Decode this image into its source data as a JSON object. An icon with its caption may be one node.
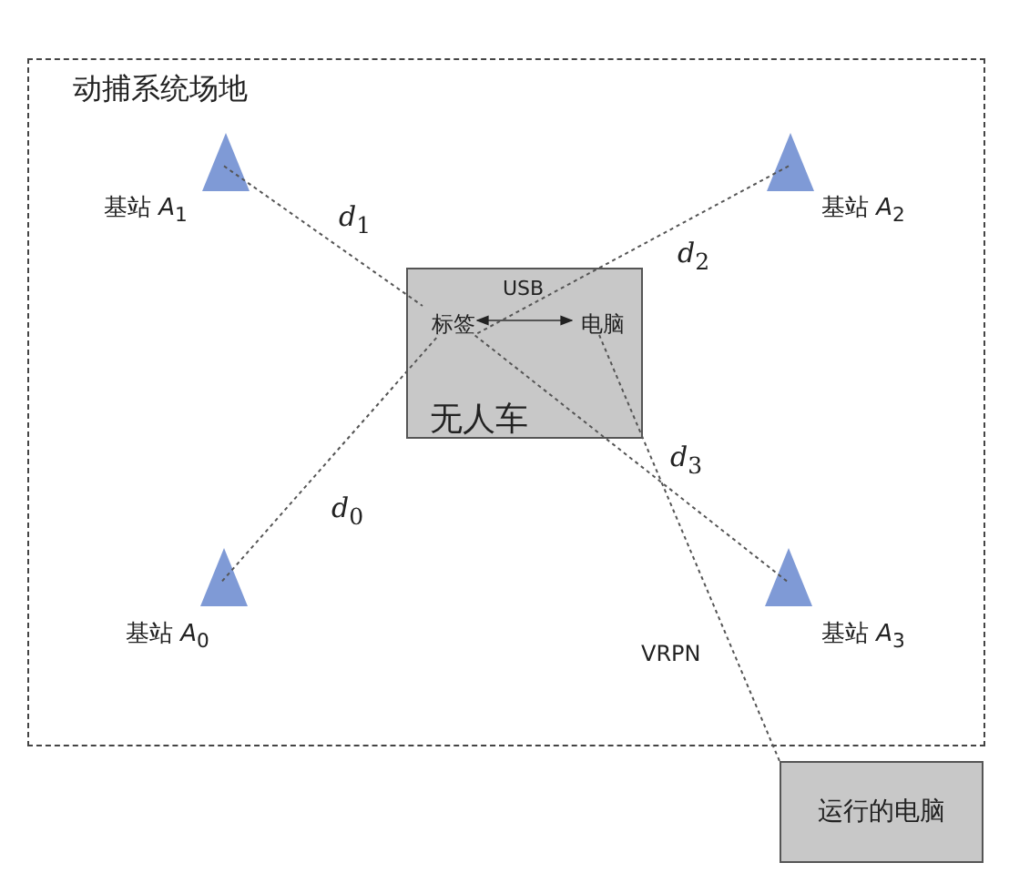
{
  "diagram": {
    "nodes": [
      {
        "text": [
          "动捕系统场地"
        ]
      },
      {
        "text": [],
        "shape": "triangle",
        "in": 0,
        "beside": [
          "基站 *A*$_{1}$"
        ]
      },
      {
        "text": [],
        "shape": "triangle",
        "in": 0,
        "beside": [
          "基站 *A*$_{2}$"
        ]
      },
      {
        "text": [
          "无人车"
        ],
        "in": 0
      },
      {
        "text": [
          "标签"
        ],
        "in": 3
      },
      {
        "text": [
          "电脑"
        ],
        "in": 3
      },
      {
        "text": [],
        "shape": "triangle",
        "in": 0,
        "beside": [
          "基站 *A*$_{0}$"
        ]
      },
      {
        "text": [],
        "shape": "triangle",
        "in": 0,
        "beside": [
          "基站 *A*$_{3}$"
        ]
      },
      {
        "text": [
          "运行的电脑"
        ]
      }
    ],
    "edges": [
      {
        "from": 1,
        "to": 4,
        "arrow": "none",
        "style": "dashed",
        "label": "*d*$_{1}$"
      },
      {
        "from": 2,
        "to": 4,
        "arrow": "none",
        "style": "dashed",
        "label": "*d*$_{2}$"
      },
      {
        "from": 4,
        "to": 5,
        "arrow": "both",
        "label": "USB"
      },
      {
        "from": 6,
        "to": 4,
        "arrow": "none",
        "style": "dashed",
        "label": "*d*$_{0}$"
      },
      {
        "from": 7,
        "to": 4,
        "arrow": "none",
        "style": "dashed",
        "label": "*d*$_{3}$"
      },
      {
        "from": 5,
        "to": 8,
        "arrow": "none",
        "style": "dashed",
        "label": "VRPN"
      }
    ]
  }
}
